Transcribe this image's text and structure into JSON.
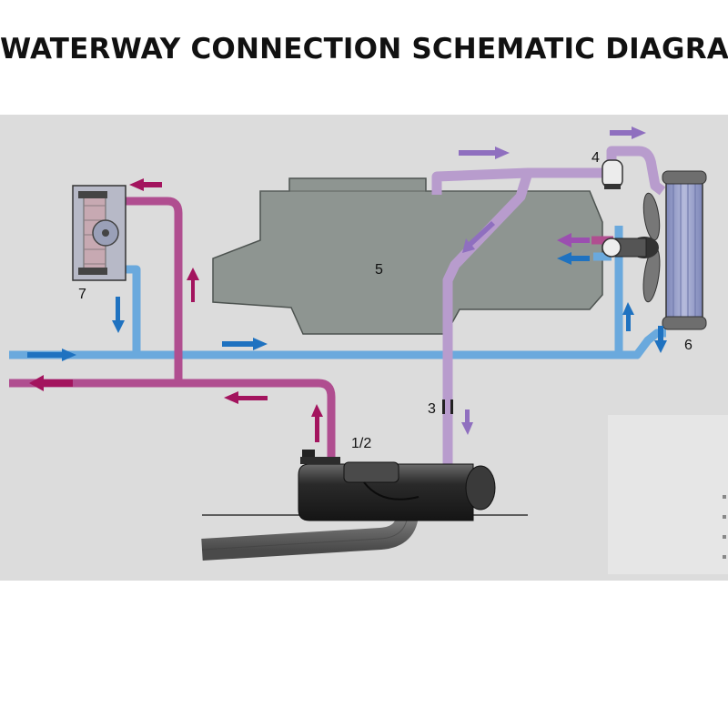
{
  "title": "WATERWAY CONNECTION SCHEMATIC DIAGRAM",
  "labels": {
    "engine": "5",
    "heater": "1/2",
    "pump": "3",
    "thermostat": "4",
    "radiator": "6",
    "cabin_heater": "7"
  },
  "colors": {
    "background": "#dcdcdc",
    "engine": "#8e9591",
    "cold_line": "#6aa9dd",
    "hot_line": "#b04e90",
    "mixed_line": "#b89ccd",
    "arrow_cold": "#1f72c0",
    "arrow_hot": "#a3145e",
    "arrow_mixed": "#8f6fbf"
  }
}
